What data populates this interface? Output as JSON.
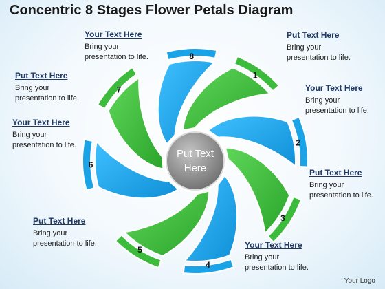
{
  "title": "Concentric 8 Stages Flower Petals Diagram",
  "center": {
    "line1": "Put Text",
    "line2": "Here"
  },
  "stages": [
    {
      "number": "1",
      "title": "Put Text Here",
      "desc1": "Bring your",
      "desc2": "presentation to life."
    },
    {
      "number": "2",
      "title": "Your Text Here",
      "desc1": "Bring your",
      "desc2": "presentation to life."
    },
    {
      "number": "3",
      "title": "Put Text Here",
      "desc1": "Bring your",
      "desc2": "presentation to life."
    },
    {
      "number": "4",
      "title": "Your Text Here",
      "desc1": "Bring your",
      "desc2": "presentation to life."
    },
    {
      "number": "5",
      "title": "Put Text Here",
      "desc1": "Bring your",
      "desc2": "presentation to life."
    },
    {
      "number": "6",
      "title": "Your Text Here",
      "desc1": "Bring your",
      "desc2": "presentation to life."
    },
    {
      "number": "7",
      "title": "Put Text Here",
      "desc1": "Bring your",
      "desc2": "presentation to life."
    },
    {
      "number": "8",
      "title": "Your Text Here",
      "desc1": "Bring your",
      "desc2": "presentation to life."
    }
  ],
  "colors": {
    "green": "#3dbb3c",
    "blue": "#1ba3e8",
    "hub": "#8c8c8c"
  },
  "logo": "Your Logo"
}
